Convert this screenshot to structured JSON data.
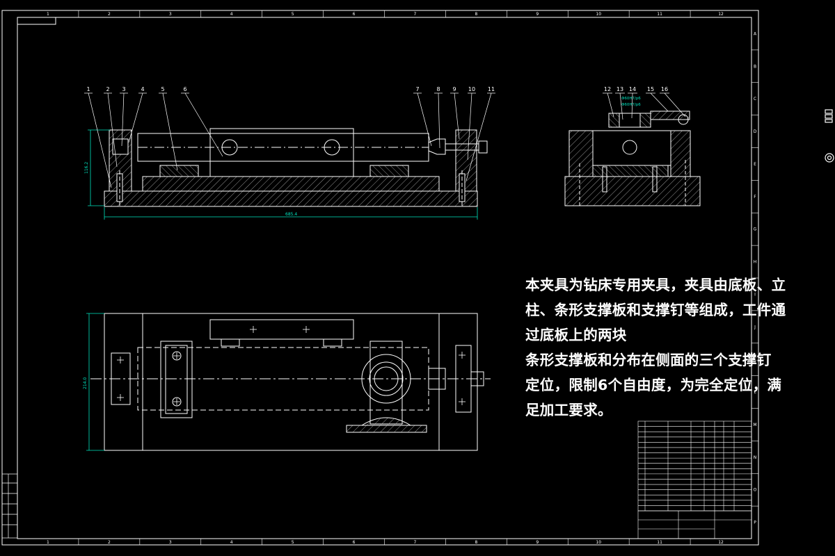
{
  "drawing": {
    "grid_columns": [
      "1",
      "2",
      "3",
      "4",
      "5",
      "6",
      "7",
      "8",
      "9",
      "10",
      "11",
      "12"
    ],
    "grid_rows": [
      "A",
      "B",
      "C",
      "D",
      "E",
      "F",
      "G",
      "H",
      "I",
      "J",
      "K",
      "L",
      "M",
      "N",
      "O",
      "P"
    ],
    "front_view": {
      "callouts": [
        "1",
        "2",
        "3",
        "4",
        "5",
        "6",
        "7",
        "8",
        "9",
        "10",
        "11"
      ],
      "dim_height": "116.2",
      "dim_length": "685.4"
    },
    "side_view": {
      "callouts": [
        "12",
        "13",
        "14",
        "15",
        "16"
      ],
      "tolerance_1": "Φ60H7/p6",
      "tolerance_2": "Φ60H7/p6"
    },
    "top_view": {
      "dim_width": "214.0"
    },
    "note_lines": [
      "本夹具为钻床专用夹具，夹具由底板、立",
      "柱、条形支撑板和支撑钉等组成，工件通",
      "过底板上的两块",
      "条形支撑板和分布在侧面的三个支撑钉",
      "定位，限制6个自由度，为完全定位，满",
      "足加工要求。"
    ]
  },
  "colors": {
    "line": "#ffffff",
    "dimension": "#00e5c0",
    "tolerance": "#00e5c0",
    "background": "#000000"
  },
  "side_icons": [
    "layers-icon",
    "target-circle-icon"
  ]
}
